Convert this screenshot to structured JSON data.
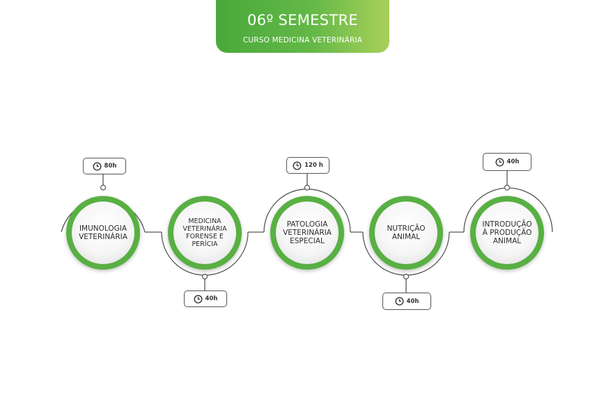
{
  "header": {
    "title": "06º SEMESTRE",
    "subtitle": "CURSO MEDICINA VETERINÁRIA"
  },
  "colors": {
    "accent": "#58b043",
    "accent_light": "#a9d05a",
    "line": "#555555"
  },
  "icons": {
    "hours": "clock-icon"
  },
  "courses": [
    {
      "name": "IMUNOLOGIA\nVETERINÁRIA",
      "hours": "80h",
      "hours_position": "top"
    },
    {
      "name": "MEDICINA\nVETERINÁRIA\nFORENSE E PERÍCIA",
      "hours": "40h",
      "hours_position": "bottom"
    },
    {
      "name": "PATOLOGIA\nVETERINÁRIA\nESPECIAL",
      "hours": "120 h",
      "hours_position": "top"
    },
    {
      "name": "NUTRIÇÃO\nANIMAL",
      "hours": "40h",
      "hours_position": "bottom"
    },
    {
      "name": "INTRODUÇÃO\nÀ PRODUÇÃO\nANIMAL",
      "hours": "40h",
      "hours_position": "top"
    }
  ]
}
